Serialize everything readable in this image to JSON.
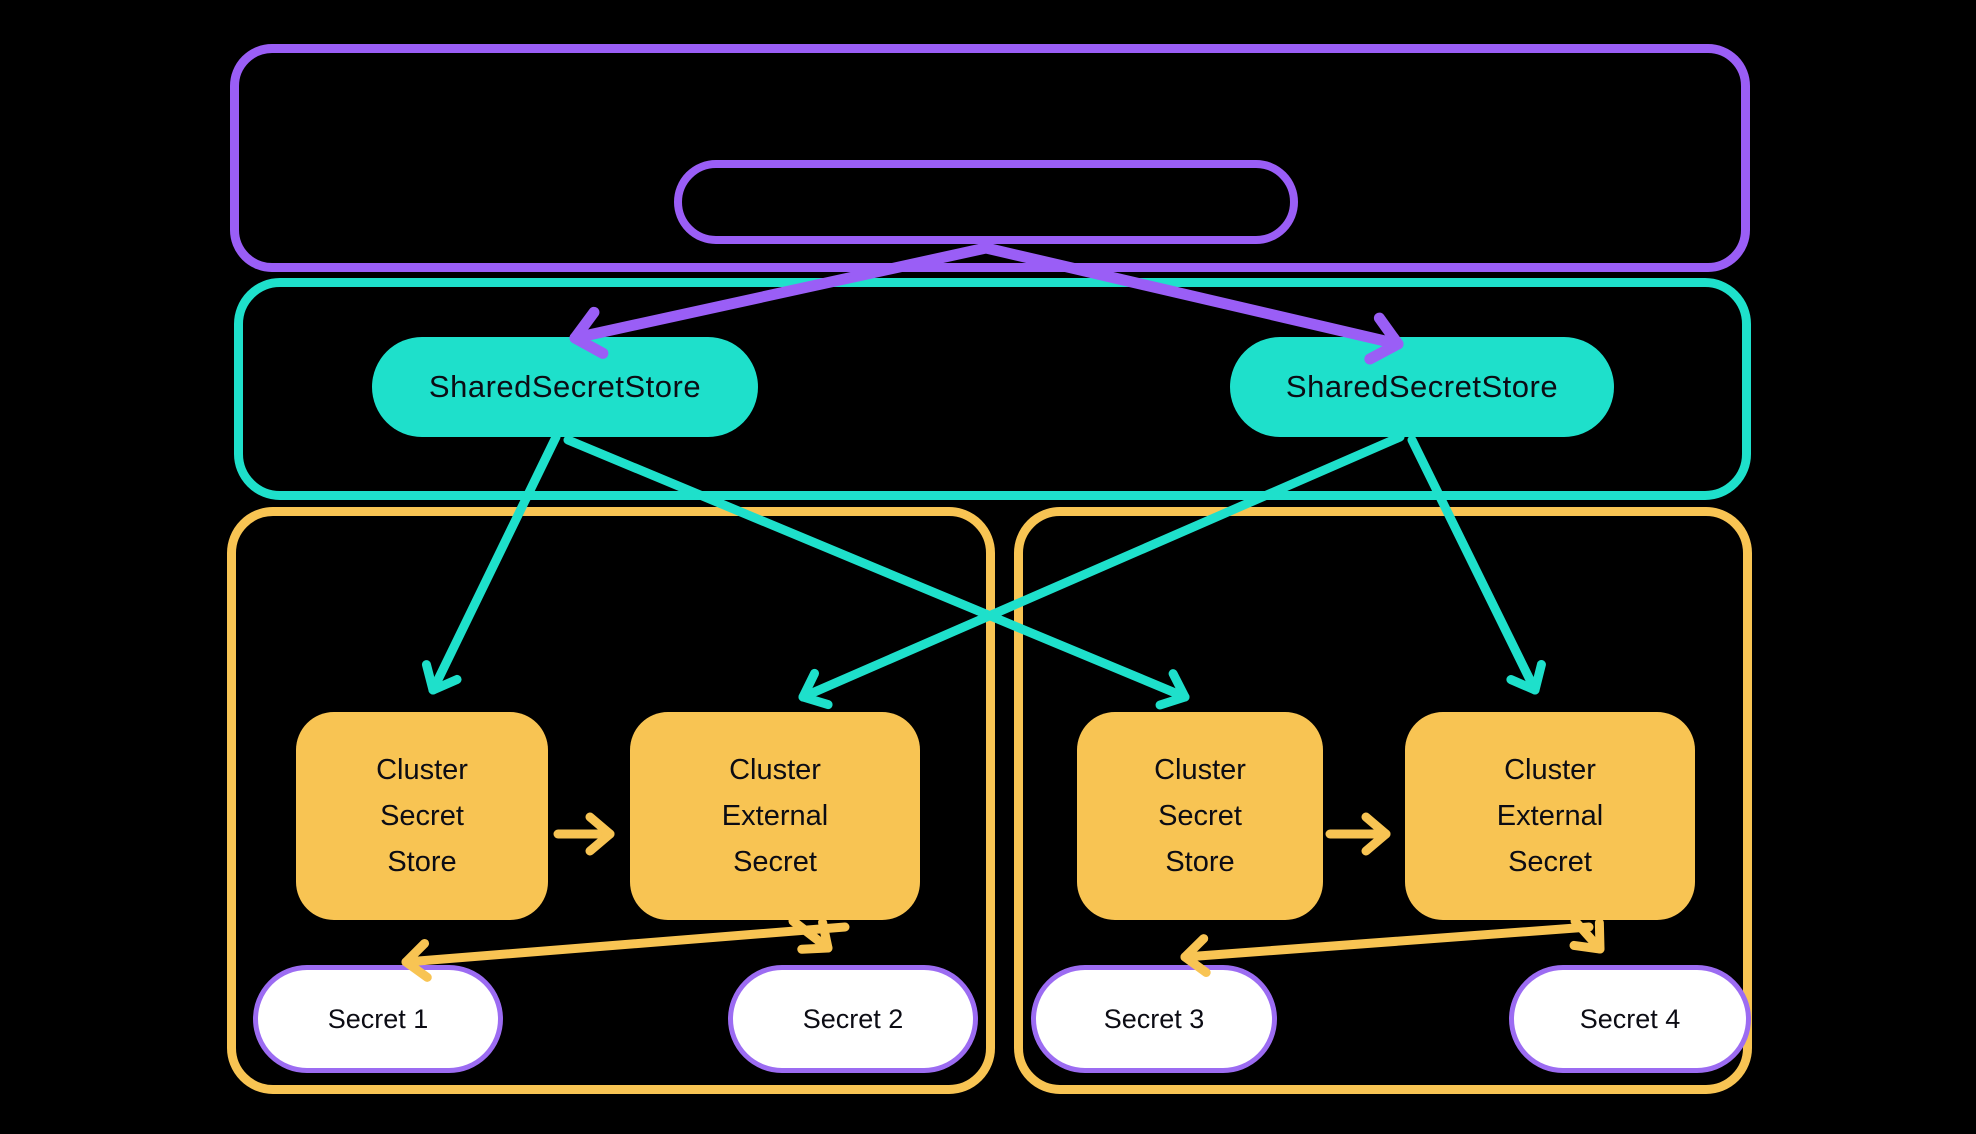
{
  "diagram": {
    "type": "architecture-diagram",
    "background": "#000000"
  },
  "colors": {
    "purple": "#9A5EF6",
    "teal": "#1EE0CB",
    "orange": "#F8C453",
    "secret_fill": "#FFFFFF",
    "secret_border": "#9C6CF2",
    "text": "#0C0C14"
  },
  "shared_secret_stores": [
    {
      "label": "SharedSecretStore"
    },
    {
      "label": "SharedSecretStore"
    }
  ],
  "clusters": [
    {
      "secret_store_label": "Cluster\nSecret\nStore",
      "external_secret_label": "Cluster\nExternal\nSecret",
      "secrets": [
        {
          "label": "Secret 1"
        },
        {
          "label": "Secret 2"
        }
      ]
    },
    {
      "secret_store_label": "Cluster\nSecret\nStore",
      "external_secret_label": "Cluster\nExternal\nSecret",
      "secrets": [
        {
          "label": "Secret 3"
        },
        {
          "label": "Secret 4"
        }
      ]
    }
  ],
  "edges": [
    {
      "from": "management-pill",
      "to": "shared-secret-store-left",
      "color": "#9A5EF6"
    },
    {
      "from": "management-pill",
      "to": "shared-secret-store-right",
      "color": "#9A5EF6"
    },
    {
      "from": "shared-secret-store-left",
      "to": "cluster-1-secret-store",
      "color": "#1EE0CB"
    },
    {
      "from": "shared-secret-store-left",
      "to": "cluster-2-secret-store",
      "color": "#1EE0CB"
    },
    {
      "from": "shared-secret-store-right",
      "to": "cluster-1-external-secret",
      "color": "#1EE0CB"
    },
    {
      "from": "shared-secret-store-right",
      "to": "cluster-2-external-secret",
      "color": "#1EE0CB"
    },
    {
      "from": "cluster-1-secret-store",
      "to": "cluster-1-external-secret",
      "color": "#F8C453"
    },
    {
      "from": "cluster-1-external-secret",
      "to": "secret-1",
      "color": "#F8C453"
    },
    {
      "from": "cluster-1-external-secret",
      "to": "secret-2",
      "color": "#F8C453"
    },
    {
      "from": "cluster-2-secret-store",
      "to": "cluster-2-external-secret",
      "color": "#F8C453"
    },
    {
      "from": "cluster-2-external-secret",
      "to": "secret-3",
      "color": "#F8C453"
    },
    {
      "from": "cluster-2-external-secret",
      "to": "secret-4",
      "color": "#F8C453"
    }
  ]
}
